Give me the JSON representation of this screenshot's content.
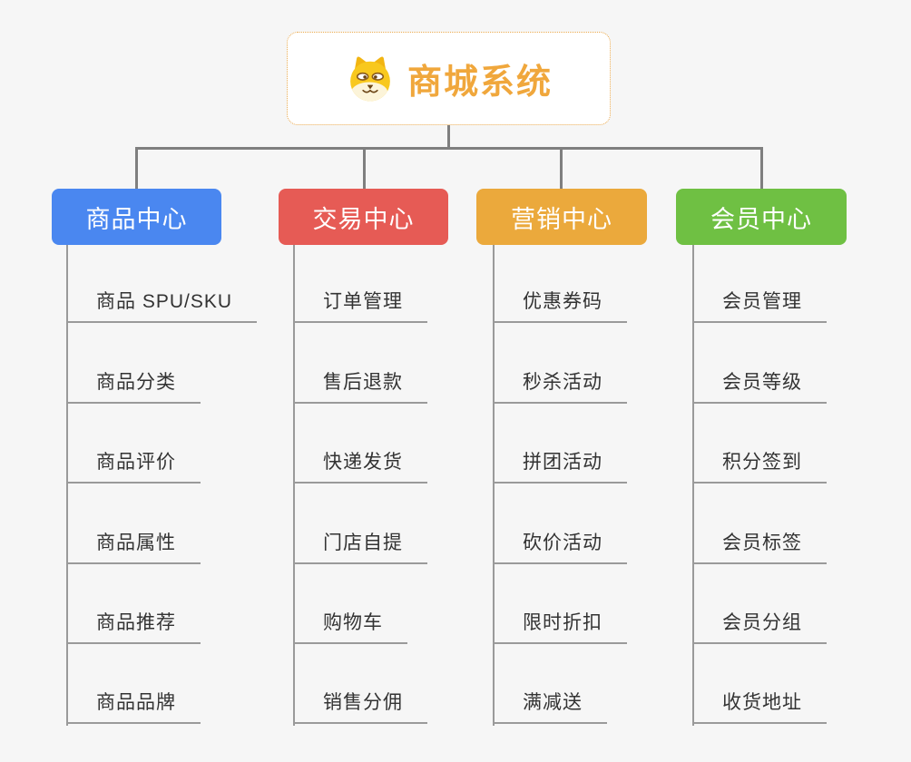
{
  "root": {
    "title": "商城系统",
    "icon": "doge-icon",
    "accent_color": "#f0a73c",
    "border_color": "#eaa94d"
  },
  "connector_color": "#7f7f7f",
  "leaf_line_color": "#9a9a9a",
  "branches": [
    {
      "label": "商品中心",
      "color": "#4a87f0",
      "items": [
        "商品 SPU/SKU",
        "商品分类",
        "商品评价",
        "商品属性",
        "商品推荐",
        "商品品牌"
      ]
    },
    {
      "label": "交易中心",
      "color": "#e65b55",
      "items": [
        "订单管理",
        "售后退款",
        "快递发货",
        "门店自提",
        "购物车",
        "销售分佣"
      ]
    },
    {
      "label": "营销中心",
      "color": "#eba93c",
      "items": [
        "优惠券码",
        "秒杀活动",
        "拼团活动",
        "砍价活动",
        "限时折扣",
        "满减送"
      ]
    },
    {
      "label": "会员中心",
      "color": "#6fc043",
      "items": [
        "会员管理",
        "会员等级",
        "积分签到",
        "会员标签",
        "会员分组",
        "收货地址"
      ]
    }
  ]
}
